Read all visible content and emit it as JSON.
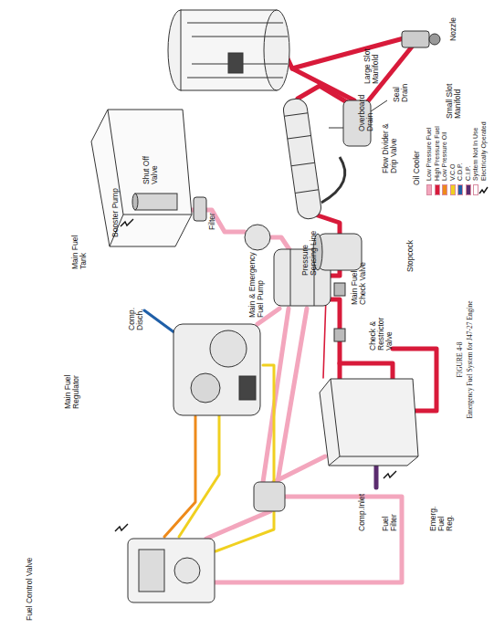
{
  "diagram": {
    "caption": "Emergency Fuel System for J47-27 Engine",
    "labels": [
      "Fuel Control Valve",
      "Main Fuel Regulator",
      "Comp. Disch.",
      "Main Fuel Tank",
      "Booster Pump",
      "Shut Off Valve",
      "Filter",
      "Main & Emergency Fuel Pump",
      "Fuel Filter",
      "Comp.Inlet",
      "Emerg. Fuel Reg.",
      "Pressure Sensing Line",
      "Main Fuel Check Valve",
      "Check & Restrictor Valve",
      "Stopcock",
      "Oil Cooler",
      "Flow Divider & Drip Valve",
      "Overboard Drain",
      "Seal Drain",
      "Large Slot Manifold",
      "Small Slot Manifold",
      "Nozzle",
      "FIGURE 4-8"
    ],
    "legend": [
      {
        "text": "Low Pressure Fuel",
        "color": "#f3a6bd"
      },
      {
        "text": "High Pressure Fuel",
        "color": "#d81a3a"
      },
      {
        "text": "Low Pressure Oil",
        "color": "#ee8a1a"
      },
      {
        "text": "V.C.O",
        "color": "#f0d020"
      },
      {
        "text": "C.D.P.",
        "color": "#1f5fa8"
      },
      {
        "text": "C.I.P.",
        "color": "#5b2c6f"
      },
      {
        "text": "System Not In Use",
        "color": "#ffffff"
      },
      {
        "text": "Electrically Operated"
      }
    ]
  }
}
